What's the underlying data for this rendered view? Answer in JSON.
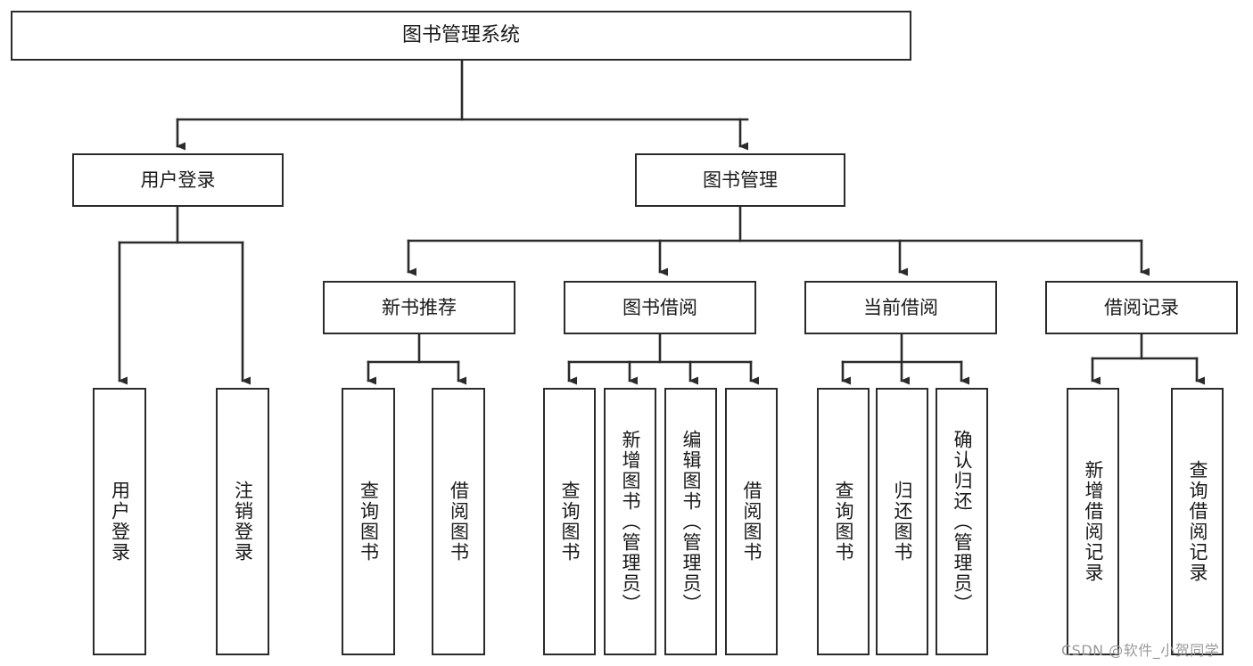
{
  "diagram": {
    "title": "图书管理系统",
    "type": "hierarchy-tree",
    "stroke_color": "#2b2b2b",
    "fill_color": "#ffffff",
    "levels": {
      "root": [
        "图书管理系统"
      ],
      "level2": [
        "用户登录",
        "图书管理"
      ],
      "level3": [
        "新书推荐",
        "图书借阅",
        "当前借阅",
        "借阅记录"
      ],
      "leaves": [
        "用户登录",
        "注销登录",
        "查询图书",
        "借阅图书",
        "查询图书",
        "新增图书（管理员）",
        "编辑图书（管理员）",
        "借阅图书",
        "查询图书",
        "归还图书",
        "确认归还（管理员）",
        "新增借阅记录",
        "查询借阅记录"
      ]
    },
    "nodes": {
      "root": "图书管理系统",
      "user_login": "用户登录",
      "book_manage": "图书管理",
      "new_book_rec": "新书推荐",
      "book_borrow": "图书借阅",
      "current_borrow": "当前借阅",
      "borrow_record": "借阅记录",
      "leaf_user_login": "用户登录",
      "leaf_logout": "注销登录",
      "leaf_query_book_a": "查询图书",
      "leaf_borrow_book_a": "借阅图书",
      "leaf_query_book_b": "查询图书",
      "leaf_add_book": "新增图书（管理员）",
      "leaf_edit_book": "编辑图书（管理员）",
      "leaf_borrow_book_b": "借阅图书",
      "leaf_query_book_c": "查询图书",
      "leaf_return_book": "归还图书",
      "leaf_confirm_return": "确认归还（管理员）",
      "leaf_add_record": "新增借阅记录",
      "leaf_query_record": "查询借阅记录"
    }
  },
  "watermark": {
    "text": "CSDN @软件_小贺同学"
  }
}
